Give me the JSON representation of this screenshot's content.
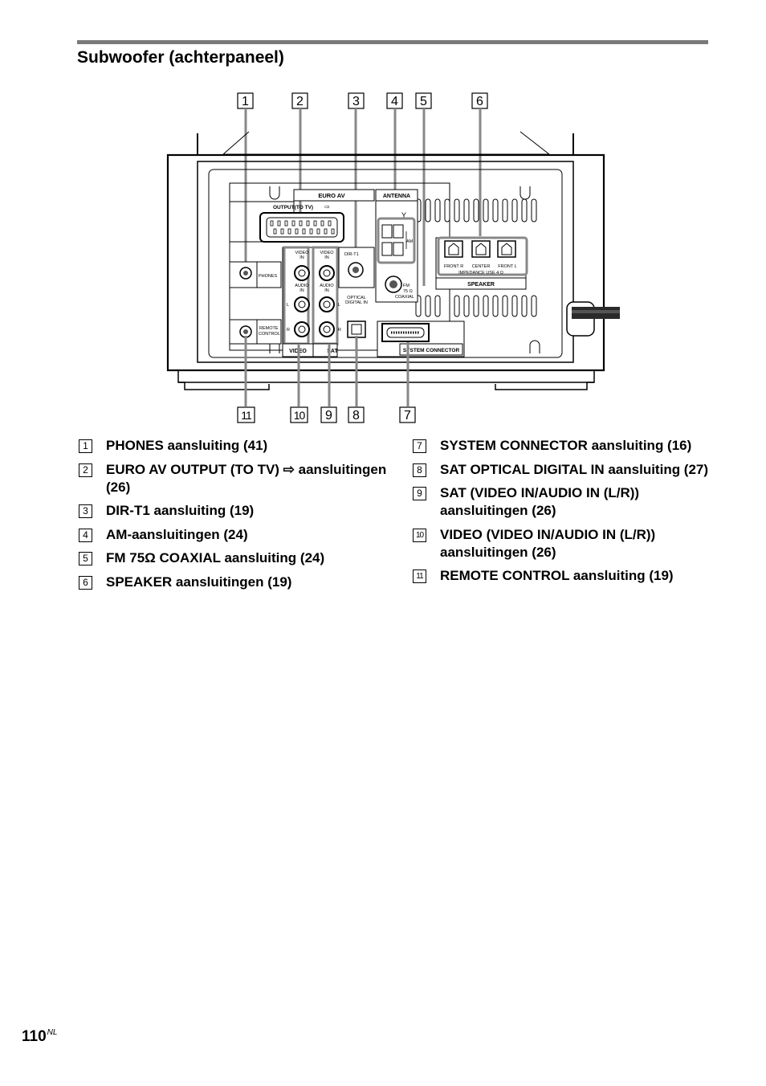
{
  "heading": "Subwoofer (achterpaneel)",
  "callouts_top": [
    "1",
    "2",
    "3",
    "4",
    "5",
    "6"
  ],
  "callouts_bottom": [
    "11",
    "10",
    "9",
    "8",
    "7"
  ],
  "panel_labels": {
    "euro_av": "EURO AV",
    "output_to_tv": "OUTPUT(TO TV)",
    "antenna": "ANTENNA",
    "am": "AM",
    "phones": "PHONES",
    "remote": "REMOTE",
    "control": "CONTROL",
    "video": "VIDEO",
    "audio": "AUDIO",
    "in": "IN",
    "l": "L",
    "r": "R",
    "dir_t1": "DIR-T1",
    "optical": "OPTICAL",
    "digital_in": "DIGITAL IN",
    "fm": "FM",
    "ohm75": "75 Ω",
    "coaxial": "COAXIAL",
    "front_r": "FRONT R",
    "center": "CENTER",
    "front_l": "FRONT L",
    "impedance": "IMPEDANCE USE 4 Ω",
    "speaker": "SPEAKER",
    "video_box": "VIDEO",
    "sat_box": "SAT",
    "system_connector": "SYSTEM CONNECTOR"
  },
  "legend_left": [
    {
      "num": "1",
      "text": "PHONES aansluiting (41)"
    },
    {
      "num": "2",
      "text": "EURO AV OUTPUT (TO TV) ⇨ aansluitingen (26)"
    },
    {
      "num": "3",
      "text": "DIR-T1 aansluiting (19)"
    },
    {
      "num": "4",
      "text": "AM-aansluitingen (24)"
    },
    {
      "num": "5",
      "text": "FM 75Ω COAXIAL aansluiting (24)"
    },
    {
      "num": "6",
      "text": "SPEAKER aansluitingen (19)"
    }
  ],
  "legend_right": [
    {
      "num": "7",
      "text": "SYSTEM CONNECTOR aansluiting (16)"
    },
    {
      "num": "8",
      "text": "SAT OPTICAL DIGITAL IN aansluiting (27)"
    },
    {
      "num": "9",
      "text": "SAT (VIDEO IN/AUDIO IN (L/R)) aansluitingen (26)"
    },
    {
      "num": "10",
      "text": "VIDEO (VIDEO IN/AUDIO IN (L/R)) aansluitingen (26)"
    },
    {
      "num": "11",
      "text": "REMOTE CONTROL aansluiting (19)"
    }
  ],
  "page_number": "110",
  "page_suffix": "NL"
}
